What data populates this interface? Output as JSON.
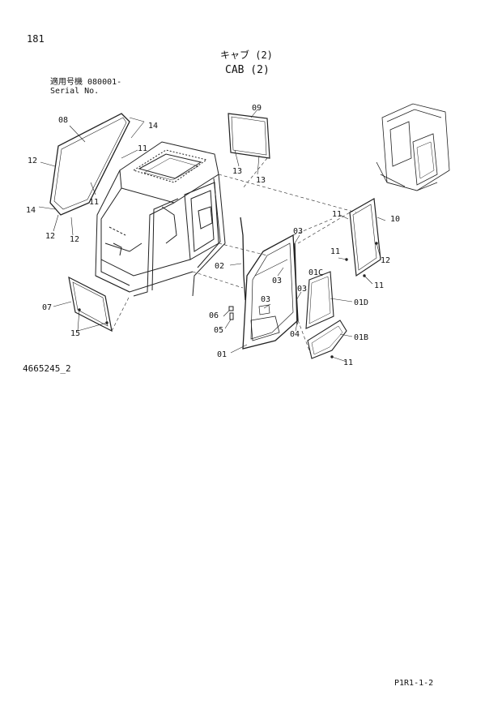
{
  "header": {
    "page_number": "181",
    "title_jp": "キャブ (2)",
    "title_en": "CAB (2)",
    "serial_label_jp": "適用号機  080001-",
    "serial_label_en": "Serial No."
  },
  "footer": {
    "drawing_number": "4665245_2",
    "page_code": "P1R1-1-2"
  },
  "callouts": {
    "c08": "08",
    "c14a": "14",
    "c11a": "11",
    "c12a": "12",
    "c11b": "11",
    "c14b": "14",
    "c12b": "12",
    "c12c": "12",
    "c09": "09",
    "c13a": "13",
    "c13b": "13",
    "c02": "02",
    "c03a": "03",
    "c03b": "03",
    "c03c": "03",
    "c03d": "03",
    "c04": "04",
    "c06": "06",
    "c05": "05",
    "c01": "01",
    "c07": "07",
    "c15": "15",
    "c11c": "11",
    "c10": "10",
    "c11d": "11",
    "c12d": "12",
    "c11e": "11",
    "c01C": "01C",
    "c01D": "01D",
    "c01B": "01B",
    "c11f": "11"
  }
}
